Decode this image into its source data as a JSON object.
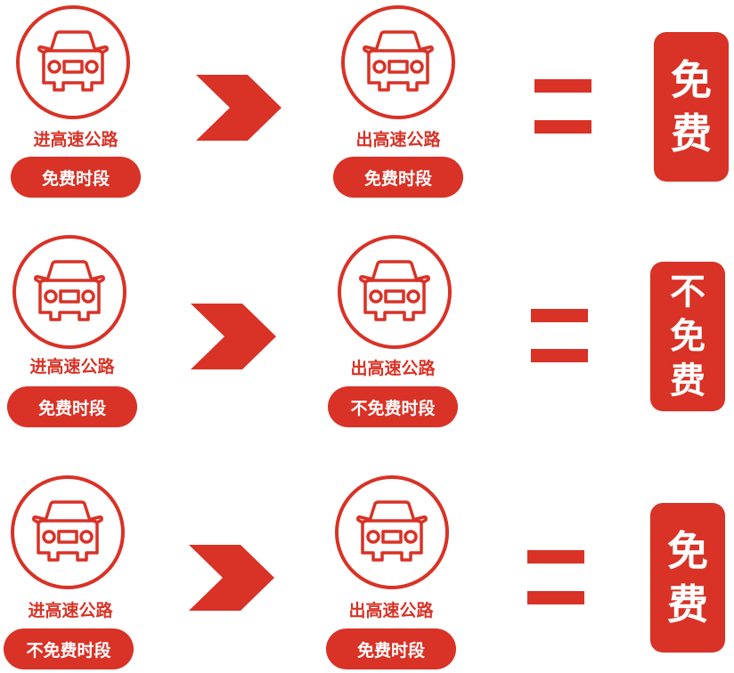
{
  "colors": {
    "accent": "#d93226",
    "text_on_accent": "#ffffff",
    "background": "#ffffff"
  },
  "icons": {
    "car": "car-front-icon",
    "arrow": "chevron-right-icon",
    "equals": "equals-sign"
  },
  "rows": [
    {
      "entry": {
        "label": "进高速公路",
        "period": "免费时段"
      },
      "exit": {
        "label": "出高速公路",
        "period": "免费时段"
      },
      "result": [
        "免",
        "费"
      ]
    },
    {
      "entry": {
        "label": "进高速公路",
        "period": "免费时段"
      },
      "exit": {
        "label": "出高速公路",
        "period": "不免费时段"
      },
      "result": [
        "不",
        "免",
        "费"
      ]
    },
    {
      "entry": {
        "label": "进高速公路",
        "period": "不免费时段"
      },
      "exit": {
        "label": "出高速公路",
        "period": "免费时段"
      },
      "result": [
        "免",
        "费"
      ]
    }
  ]
}
